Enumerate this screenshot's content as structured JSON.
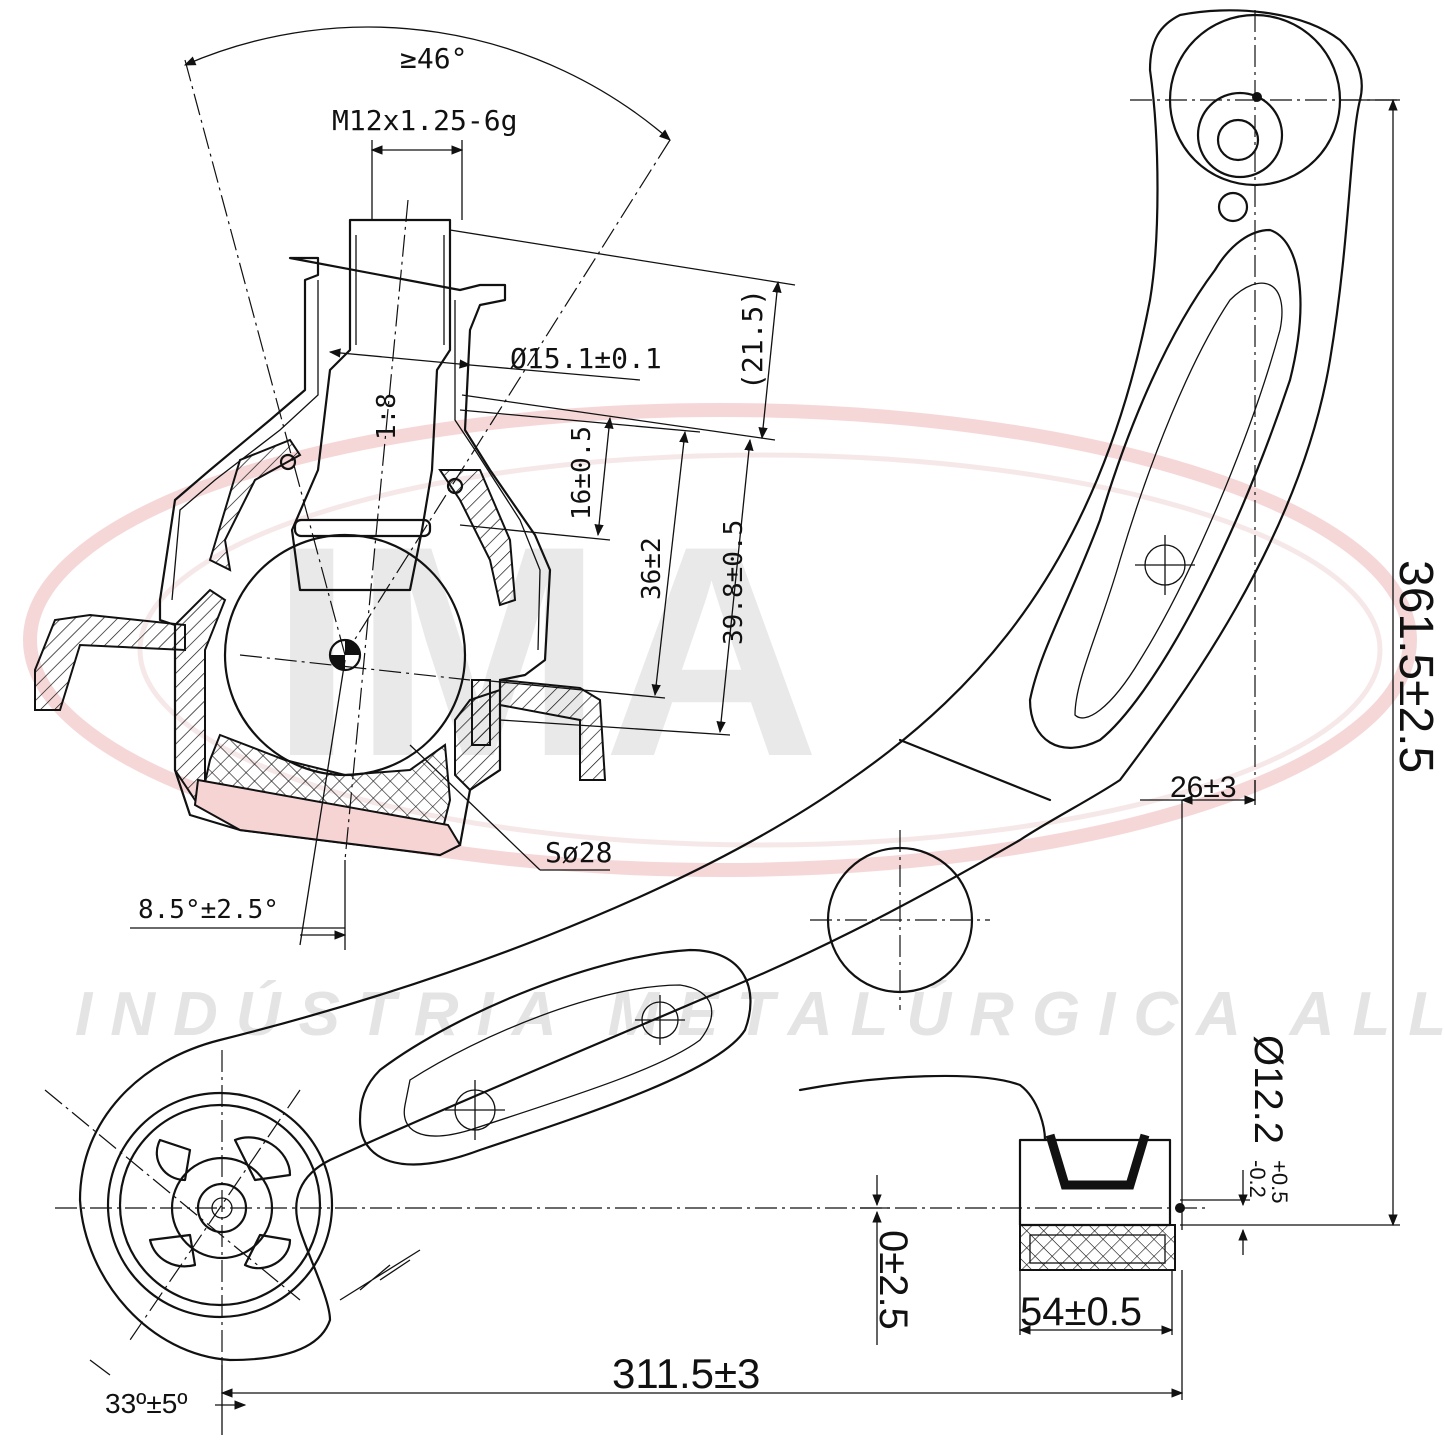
{
  "watermark": {
    "logo_letters": "IMA",
    "company_text": "INDÚSTRIA METALÚRGICA ALLI",
    "ring_color": "#f3c9c9",
    "text_color": "#e4e4e4"
  },
  "dimensions": {
    "ball_joint_angle": "≥46°",
    "thread_spec": "M12x1.25-6g",
    "shank_diameter": "Ø15.1±0.1",
    "taper": "1:8",
    "stud_length": "(21.5)",
    "stud_height_a": "16±0.5",
    "stud_height_b": "36±2",
    "stud_height_c": "39.8±0.5",
    "ball_diameter": "Sø28",
    "tilt_angle": "8.5°±2.5°",
    "bushing_offset": "26±3",
    "overall_height": "361.5±2.5",
    "bushing_bore_main": "Ø12.2",
    "bore_tol_upper": "+0.5",
    "bore_tol_lower": "-0.2",
    "vertical_offset": "0±2.5",
    "bushing_width": "54±0.5",
    "bushing_angle": "33º±5º",
    "overall_length": "311.5±3"
  },
  "colors": {
    "line": "#111111",
    "section_fill": "#f6d4d4"
  }
}
